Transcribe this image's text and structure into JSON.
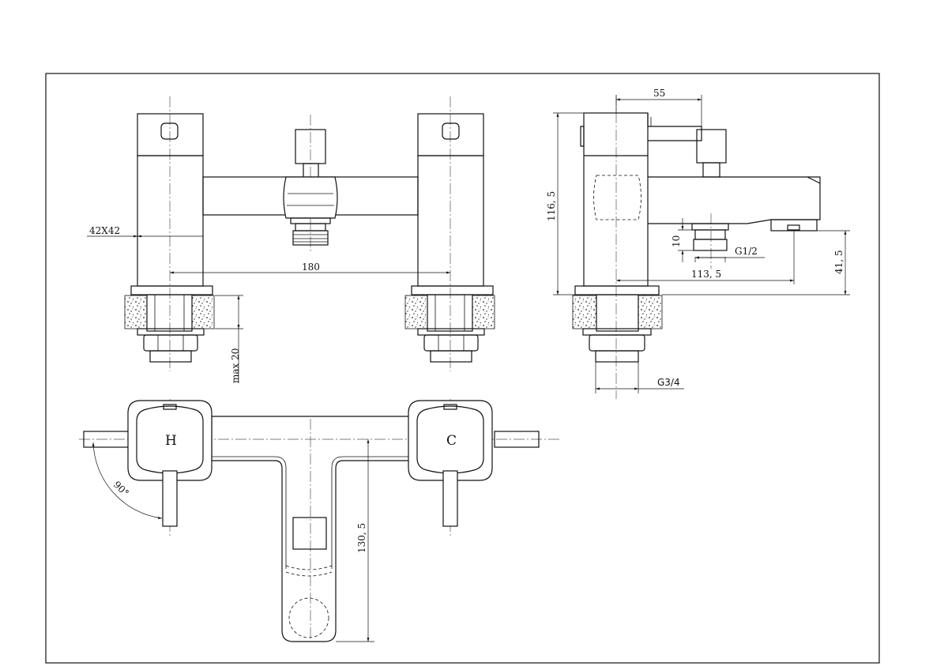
{
  "drawing": {
    "front_view": {
      "dim_body_section": "42X42",
      "dim_centers": "180",
      "dim_mount_thickness": "max 20"
    },
    "side_view": {
      "dim_handle_reach": "55",
      "dim_height": "116, 5",
      "dim_outlet_height": "10",
      "dim_outlet_thread": "G1/2",
      "dim_spout_reach": "113, 5",
      "dim_spout_height": "41, 5",
      "dim_inlet_thread": "G3/4"
    },
    "top_view": {
      "hot_label": "H",
      "cold_label": "C",
      "dim_rotation": "90°",
      "dim_spout_projection": "130, 5"
    }
  }
}
